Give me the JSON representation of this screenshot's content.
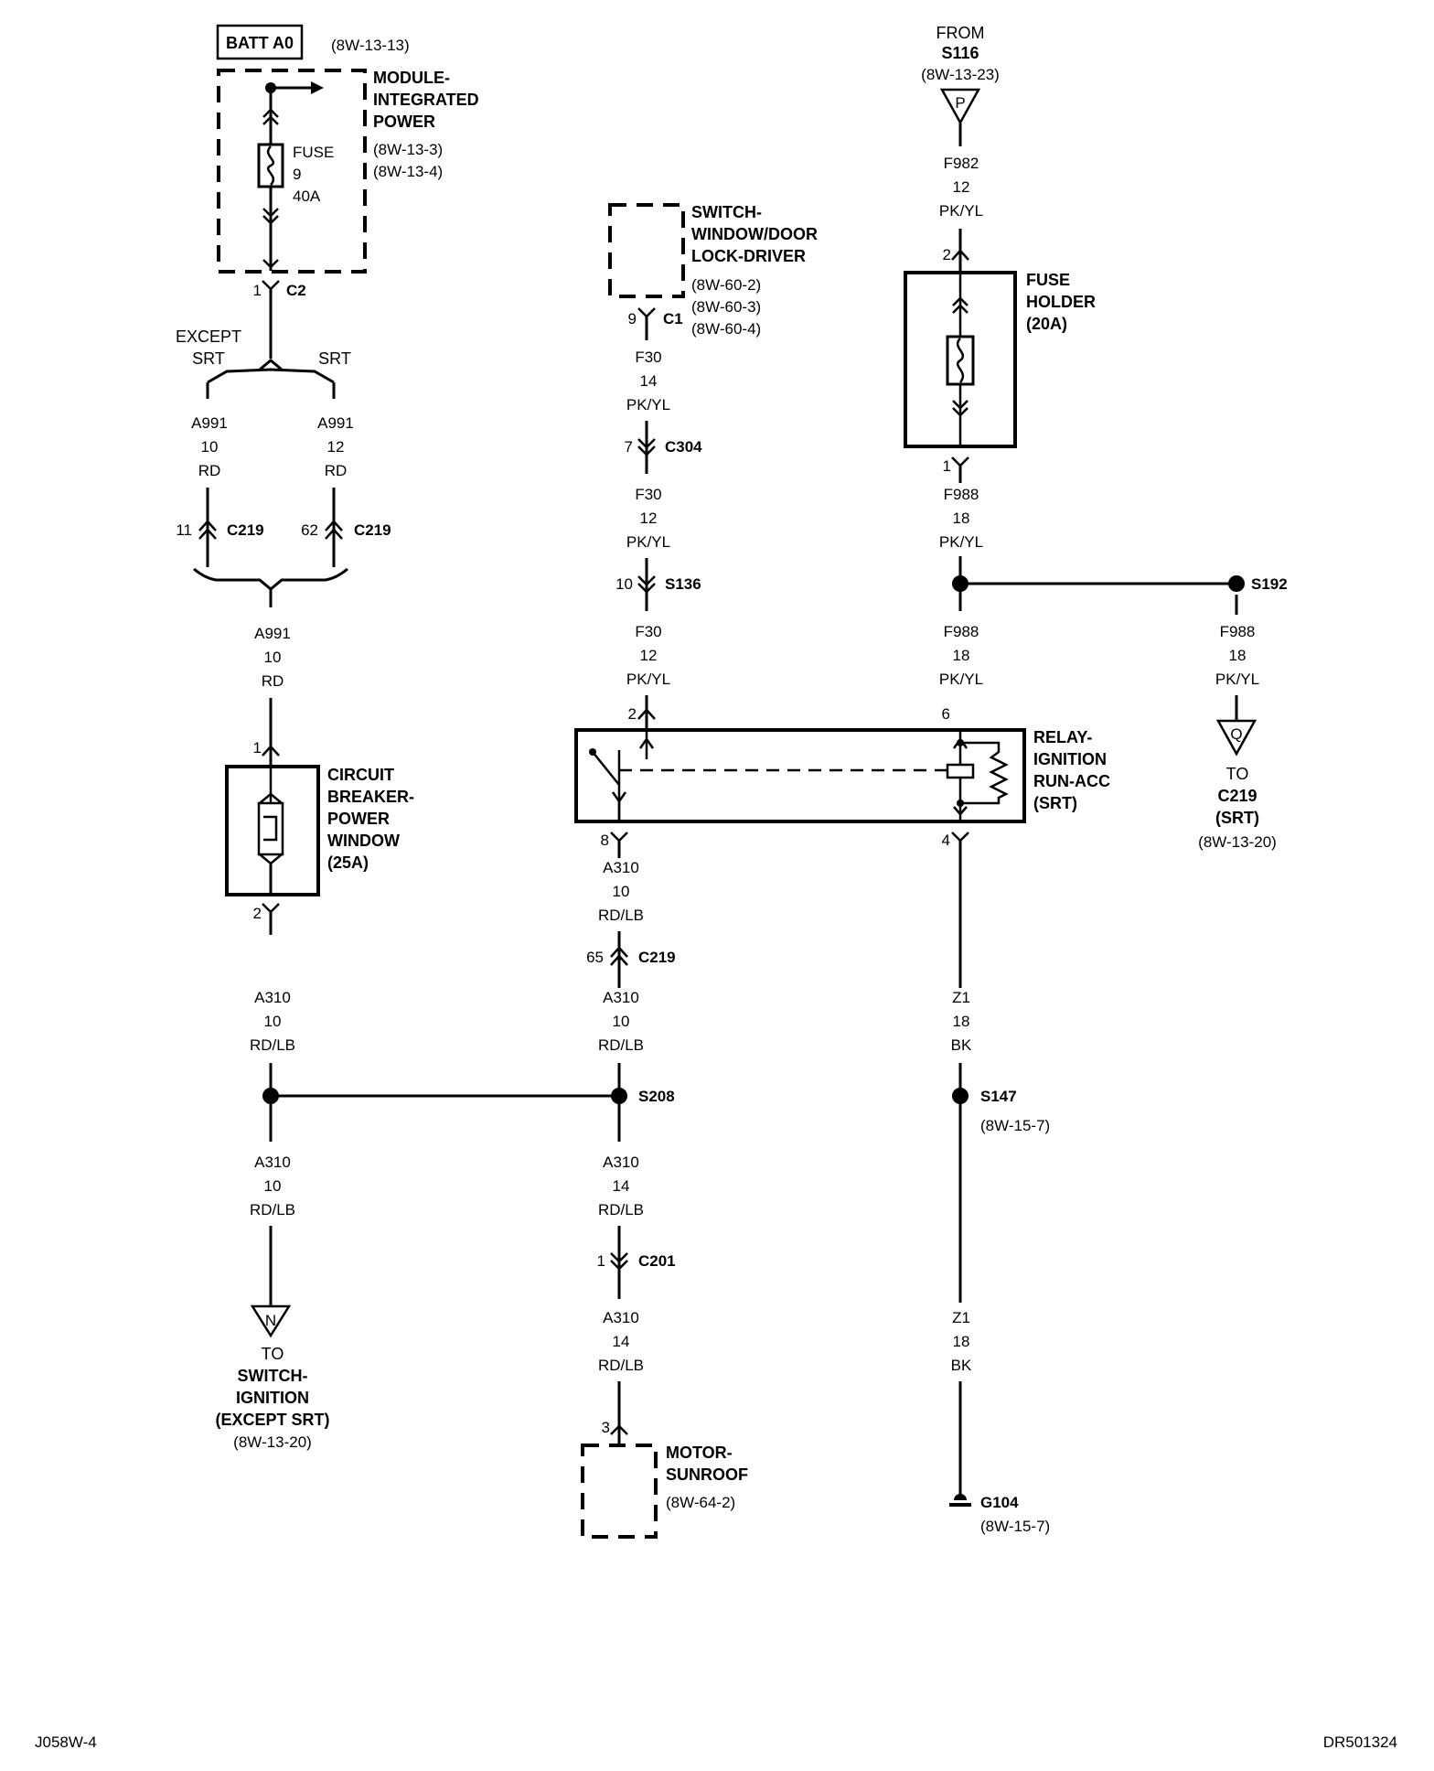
{
  "batt_label": "BATT A0",
  "batt_ref": "(8W-13-13)",
  "module_power": {
    "name_lines": [
      "MODULE-",
      "INTEGRATED",
      "POWER"
    ],
    "refs": [
      "(8W-13-3)",
      "(8W-13-4)"
    ]
  },
  "fuse9": {
    "lines": [
      "FUSE",
      "9",
      "40A"
    ]
  },
  "c2": {
    "pin": "1",
    "name": "C2"
  },
  "except_srt": [
    "EXCEPT",
    "SRT"
  ],
  "srt": "SRT",
  "wire_a991_left": [
    "A991",
    "10",
    "RD"
  ],
  "wire_a991_right": [
    "A991",
    "12",
    "RD"
  ],
  "c219_left": {
    "pin": "11",
    "name": "C219"
  },
  "c219_right": {
    "pin": "62",
    "name": "C219"
  },
  "wire_a991_merged": [
    "A991",
    "10",
    "RD"
  ],
  "breaker": {
    "pin_top": "1",
    "pin_bottom": "2",
    "name_lines": [
      "CIRCUIT",
      "BREAKER-",
      "POWER",
      "WINDOW",
      "(25A)"
    ]
  },
  "wire_a310_left_upper": [
    "A310",
    "10",
    "RD/LB"
  ],
  "wire_a310_left_lower": [
    "A310",
    "10",
    "RD/LB"
  ],
  "conn_n": {
    "letter": "N",
    "lines": [
      "TO",
      "SWITCH-",
      "IGNITION",
      "(EXCEPT SRT)"
    ],
    "ref": "(8W-13-20)"
  },
  "switch_window": {
    "name_lines": [
      "SWITCH-",
      "WINDOW/DOOR",
      "LOCK-DRIVER"
    ],
    "refs": [
      "(8W-60-2)",
      "(8W-60-3)",
      "(8W-60-4)"
    ],
    "pin": "9",
    "conn": "C1"
  },
  "wire_f30_1": [
    "F30",
    "14",
    "PK/YL"
  ],
  "c304": {
    "pin": "7",
    "name": "C304"
  },
  "wire_f30_2": [
    "F30",
    "12",
    "PK/YL"
  ],
  "s136": {
    "pin": "10",
    "name": "S136"
  },
  "wire_f30_3": [
    "F30",
    "12",
    "PK/YL"
  ],
  "relay": {
    "pin2": "2",
    "pin6": "6",
    "pin8": "8",
    "pin4": "4",
    "name_lines": [
      "RELAY-",
      "IGNITION",
      "RUN-ACC",
      "(SRT)"
    ]
  },
  "wire_a310_mid_1": [
    "A310",
    "10",
    "RD/LB"
  ],
  "c219_mid": {
    "pin": "65",
    "name": "C219"
  },
  "wire_a310_mid_2": [
    "A310",
    "10",
    "RD/LB"
  ],
  "s208": "S208",
  "wire_a310_mid_3": [
    "A310",
    "14",
    "RD/LB"
  ],
  "c201": {
    "pin": "1",
    "name": "C201"
  },
  "wire_a310_mid_4": [
    "A310",
    "14",
    "RD/LB"
  ],
  "motor": {
    "pin": "3",
    "name_lines": [
      "MOTOR-",
      "SUNROOF"
    ],
    "ref": "(8W-64-2)"
  },
  "from_s116": {
    "lines": [
      "FROM",
      "S116"
    ],
    "ref": "(8W-13-23)",
    "letter": "P"
  },
  "wire_f982": [
    "F982",
    "12",
    "PK/YL"
  ],
  "fuse_holder": {
    "pin_top": "2",
    "pin_bottom": "1",
    "name_lines": [
      "FUSE",
      "HOLDER",
      "(20A)"
    ]
  },
  "wire_f988_1": [
    "F988",
    "18",
    "PK/YL"
  ],
  "s192": "S192",
  "wire_f988_2": [
    "F988",
    "18",
    "PK/YL"
  ],
  "wire_f988_3": [
    "F988",
    "18",
    "PK/YL"
  ],
  "conn_q": {
    "letter": "Q",
    "lines": [
      "TO",
      "C219",
      "(SRT)"
    ],
    "ref": "(8W-13-20)"
  },
  "wire_z1_1": [
    "Z1",
    "18",
    "BK"
  ],
  "s147": {
    "name": "S147",
    "ref": "(8W-15-7)"
  },
  "wire_z1_2": [
    "Z1",
    "18",
    "BK"
  ],
  "g104": {
    "name": "G104",
    "ref": "(8W-15-7)"
  },
  "footer_left": "J058W-4",
  "footer_right": "DR501324"
}
